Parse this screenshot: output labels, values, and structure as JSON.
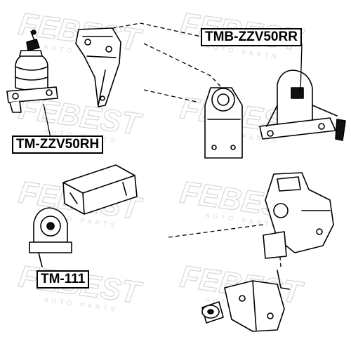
{
  "watermark": {
    "brand": "FEBEST",
    "sub": "AUTO PARTS"
  },
  "callouts": [
    {
      "id": "rr",
      "part_number": "TMB-ZZV50RR"
    },
    {
      "id": "rh",
      "part_number": "TM-ZZV50RH"
    },
    {
      "id": "p111",
      "part_number": "TM-111"
    }
  ]
}
